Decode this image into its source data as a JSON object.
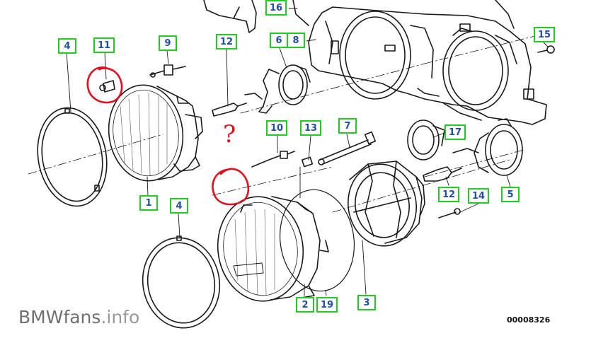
{
  "diagram": {
    "callouts": [
      {
        "id": "c4a",
        "label": "4"
      },
      {
        "id": "c11",
        "label": "11"
      },
      {
        "id": "c9",
        "label": "9"
      },
      {
        "id": "c12a",
        "label": "12"
      },
      {
        "id": "c6",
        "label": "6"
      },
      {
        "id": "c8",
        "label": "8"
      },
      {
        "id": "c16",
        "label": "16"
      },
      {
        "id": "c15",
        "label": "15"
      },
      {
        "id": "c10",
        "label": "10"
      },
      {
        "id": "c13",
        "label": "13"
      },
      {
        "id": "c7",
        "label": "7"
      },
      {
        "id": "c17",
        "label": "17"
      },
      {
        "id": "c1",
        "label": "1"
      },
      {
        "id": "c4b",
        "label": "4"
      },
      {
        "id": "c12b",
        "label": "12"
      },
      {
        "id": "c14",
        "label": "14"
      },
      {
        "id": "c5",
        "label": "5"
      },
      {
        "id": "c2",
        "label": "2"
      },
      {
        "id": "c19",
        "label": "19"
      },
      {
        "id": "c3",
        "label": "3"
      }
    ],
    "question_mark": "?",
    "drawing_code": "00008326"
  },
  "watermark": {
    "brand": "BMWfans",
    "tld": ".info"
  },
  "colors": {
    "callout_border": "#22cc22",
    "callout_text": "#1f4fa8",
    "annotation_red": "#e01020",
    "line_art": "#1a1a1a"
  }
}
